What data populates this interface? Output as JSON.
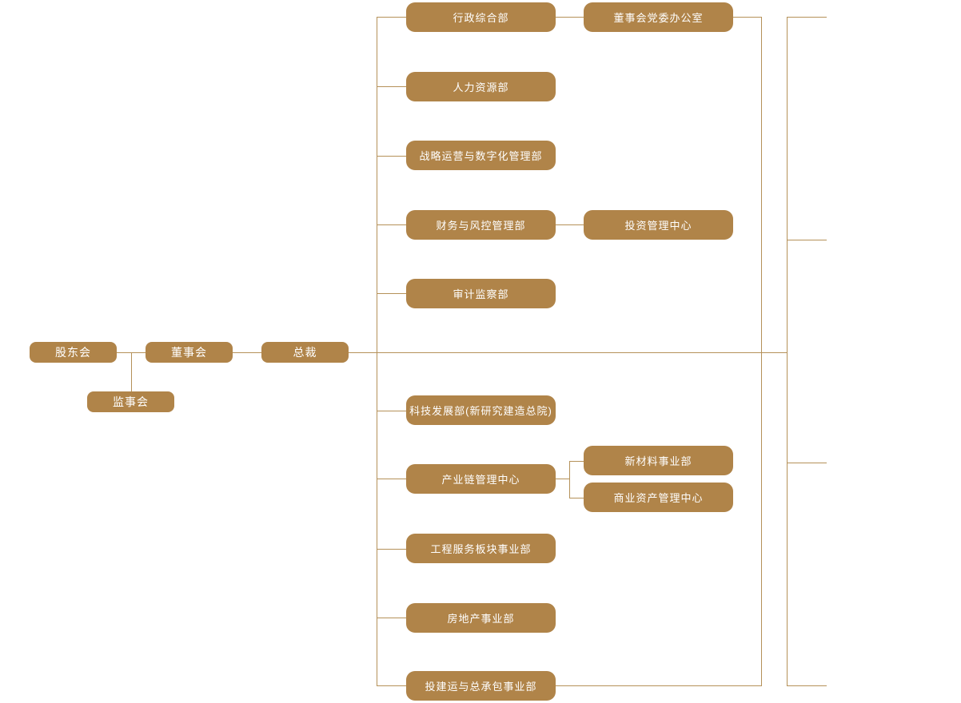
{
  "chart": {
    "type": "org-chart",
    "colors": {
      "box_fill": "#b08449",
      "line": "#b59159",
      "text": "#ffffff",
      "background": "#ffffff"
    },
    "nodes": {
      "shareholders": "股东会",
      "board": "董事会",
      "president": "总裁",
      "supervisory": "监事会",
      "admin": "行政综合部",
      "board_party_office": "董事会党委办公室",
      "hr": "人力资源部",
      "strategy_digital": "战略运营与数字化管理部",
      "finance_risk": "财务与风控管理部",
      "investment_center": "投资管理中心",
      "audit": "审计监察部",
      "tech_dev": "科技发展部(新研究建造总院)",
      "industry_chain": "产业链管理中心",
      "new_materials": "新材料事业部",
      "commercial_assets": "商业资产管理中心",
      "engineering_services": "工程服务板块事业部",
      "real_estate": "房地产事业部",
      "epc": "投建运与总承包事业部"
    },
    "structure": {
      "shareholders": [
        "board",
        "supervisory"
      ],
      "board": [
        "president"
      ],
      "president": [
        "admin",
        "hr",
        "strategy_digital",
        "finance_risk",
        "audit",
        "tech_dev",
        "industry_chain",
        "engineering_services",
        "real_estate",
        "epc"
      ],
      "admin": [
        "board_party_office"
      ],
      "finance_risk": [
        "investment_center"
      ],
      "industry_chain": [
        "new_materials",
        "commercial_assets"
      ]
    }
  }
}
